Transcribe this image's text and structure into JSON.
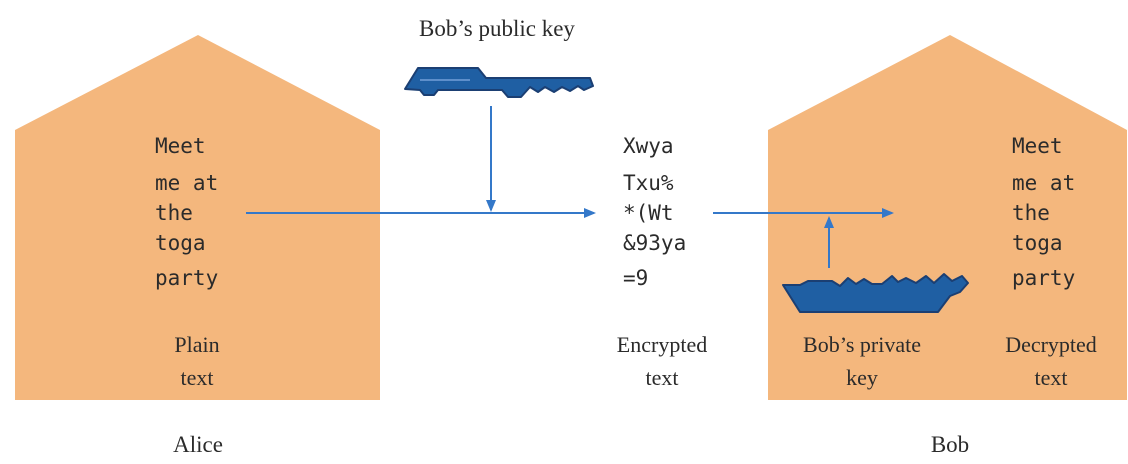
{
  "colors": {
    "house_fill": "#F4B77D",
    "arrow": "#3478C9",
    "key_fill": "#1F5FA3",
    "key_stroke": "#1B3F73",
    "text": "#2b2b2b"
  },
  "labels": {
    "public_key": "Bob’s public key",
    "alice": "Alice",
    "bob": "Bob",
    "plain_text": [
      "Plain",
      "text"
    ],
    "encrypted_text": [
      "Encrypted",
      "text"
    ],
    "private_key": [
      "Bob’s private",
      "key"
    ],
    "decrypted_text": [
      "Decrypted",
      "text"
    ]
  },
  "messages": {
    "alice_plain": [
      "Meet",
      "me at",
      "the",
      "toga",
      "party"
    ],
    "cipher": [
      "Xwya",
      "Txu%",
      "*(Wt",
      "&93ya",
      "=9"
    ],
    "bob_decrypted": [
      "Meet",
      "me at",
      "the",
      "toga",
      "party"
    ]
  },
  "icons": {
    "public_key": "key-icon",
    "private_key": "key-icon"
  }
}
